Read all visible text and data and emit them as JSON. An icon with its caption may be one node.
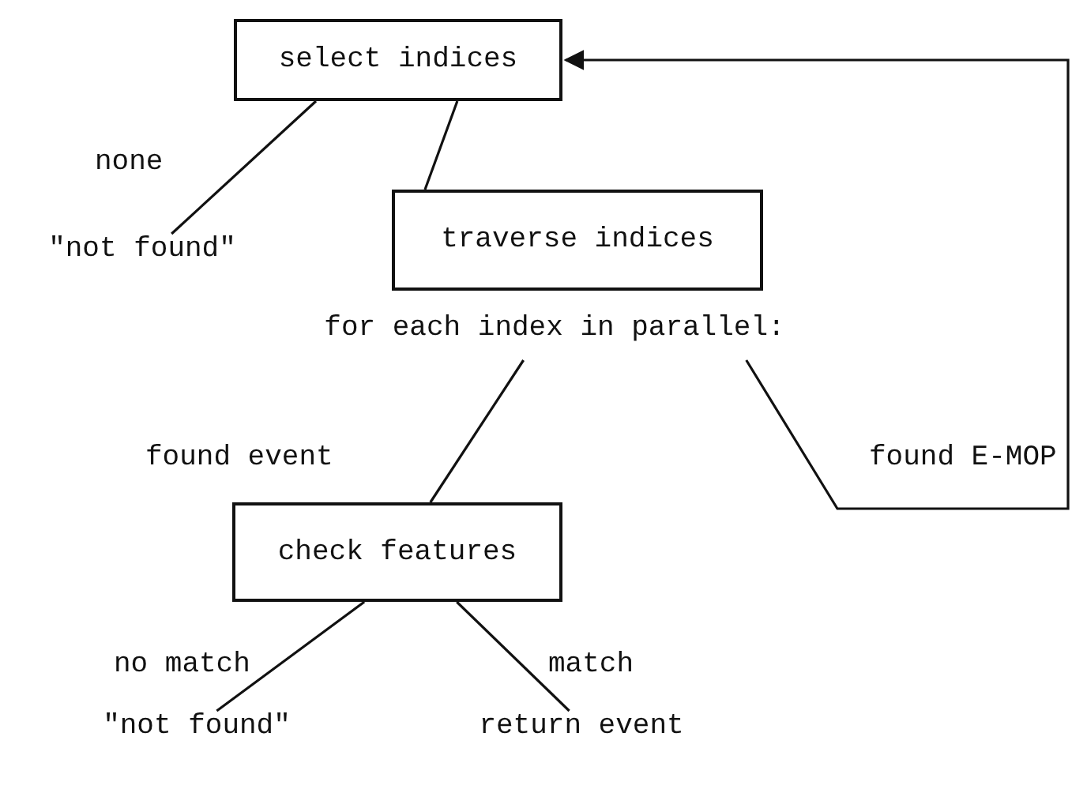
{
  "diagram": {
    "nodes": [
      {
        "text": [
          "select indices"
        ]
      },
      {
        "text": [
          "\"not found\""
        ]
      },
      {
        "text": [
          "traverse indices",
          "for each index in parallel:"
        ]
      },
      {
        "text": [
          "check features"
        ]
      },
      {
        "text": [
          "\"not found\""
        ]
      },
      {
        "text": [
          "return event"
        ]
      }
    ],
    "edges": [
      {
        "from": 0,
        "to": 1,
        "arrow": "none",
        "label": "none"
      },
      {
        "from": 0,
        "to": 2,
        "arrow": "none"
      },
      {
        "from": 2,
        "to": 3,
        "arrow": "none",
        "label": "found event"
      },
      {
        "from": 2,
        "to": 0,
        "arrow": "to",
        "label": "found E-MOP"
      },
      {
        "from": 3,
        "to": 4,
        "arrow": "none",
        "label": "no match"
      },
      {
        "from": 3,
        "to": 5,
        "arrow": "none",
        "label": "match"
      }
    ]
  }
}
